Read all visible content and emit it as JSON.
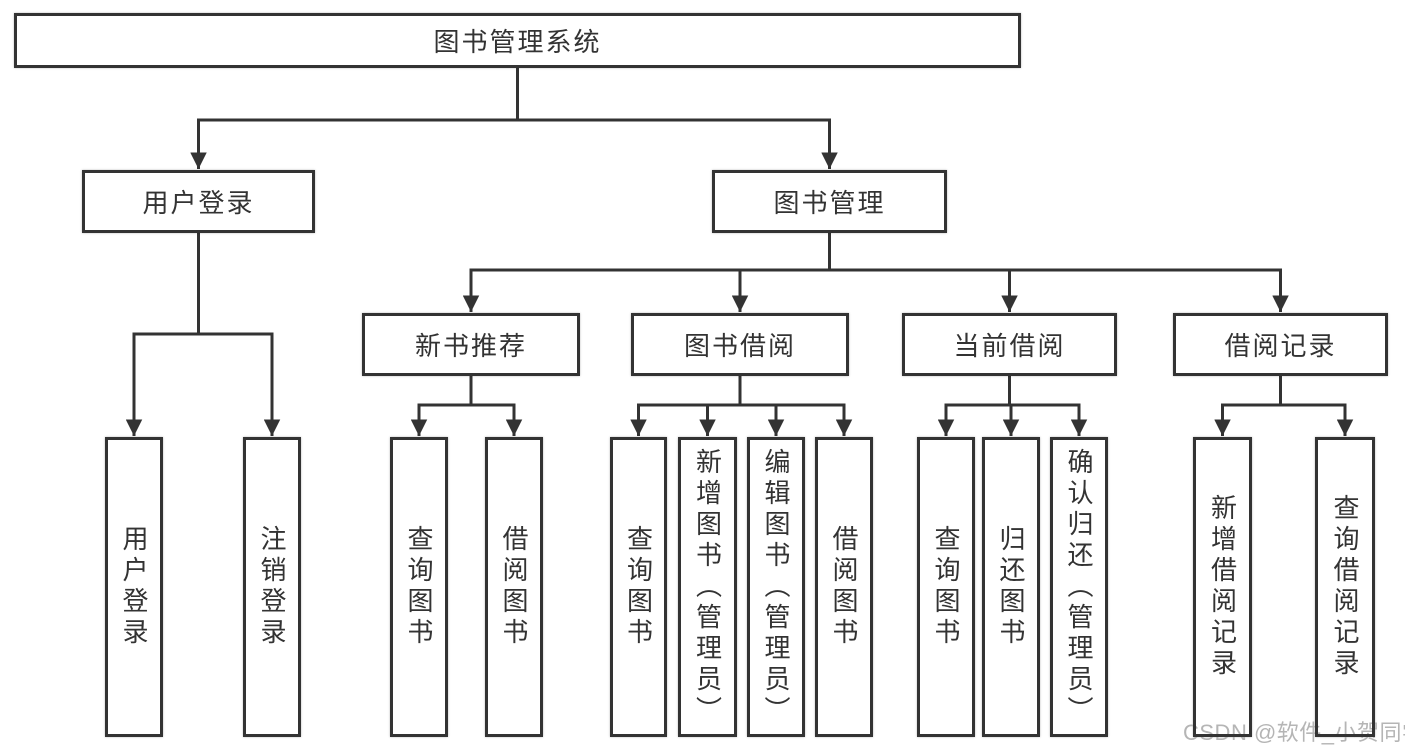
{
  "diagram": {
    "title": "图书管理系统",
    "tree": {
      "root": {
        "label": "图书管理系统",
        "children": [
          {
            "label": "用户登录",
            "children": [
              {
                "label": "用户登录"
              },
              {
                "label": "注销登录"
              }
            ]
          },
          {
            "label": "图书管理",
            "children": [
              {
                "label": "新书推荐",
                "children": [
                  {
                    "label": "查询图书"
                  },
                  {
                    "label": "借阅图书"
                  }
                ]
              },
              {
                "label": "图书借阅",
                "children": [
                  {
                    "label": "查询图书"
                  },
                  {
                    "label": "新增图书（管理员）"
                  },
                  {
                    "label": "编辑图书（管理员）"
                  },
                  {
                    "label": "借阅图书"
                  }
                ]
              },
              {
                "label": "当前借阅",
                "children": [
                  {
                    "label": "查询图书"
                  },
                  {
                    "label": "归还图书"
                  },
                  {
                    "label": "确认归还（管理员）"
                  }
                ]
              },
              {
                "label": "借阅记录",
                "children": [
                  {
                    "label": "新增借阅记录"
                  },
                  {
                    "label": "查询借阅记录"
                  }
                ]
              }
            ]
          }
        ]
      }
    }
  },
  "watermark": {
    "text": "CSDN @软件_小贺同学"
  },
  "colors": {
    "line": "#333333",
    "border": "#333333",
    "text": "#333333",
    "background": "#ffffff",
    "watermark": "#b5b5b5"
  }
}
